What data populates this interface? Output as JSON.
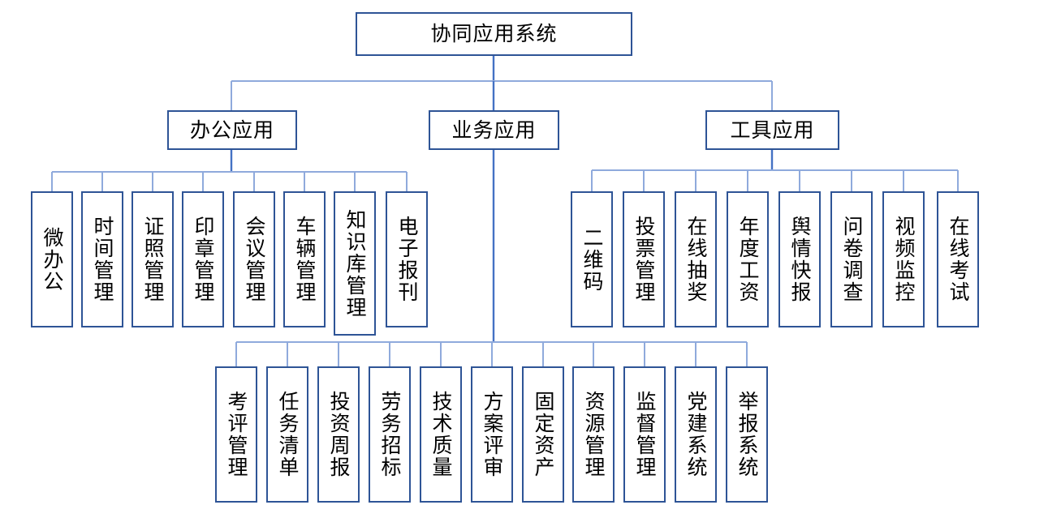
{
  "diagram": {
    "title": "协同应用系统",
    "type": "organization-tree",
    "colors": {
      "box_border": "#2e5496",
      "connector_line": "#5b86d0",
      "connector_line_light": "#8faadc",
      "background": "#ffffff",
      "text": "#000000"
    },
    "root": {
      "label": "协同应用系统"
    },
    "branches": [
      {
        "key": "office",
        "label": "办公应用",
        "children": [
          {
            "label": "微办公"
          },
          {
            "label": "时间管理"
          },
          {
            "label": "证照管理"
          },
          {
            "label": "印章管理"
          },
          {
            "label": "会议管理"
          },
          {
            "label": "车辆管理"
          },
          {
            "label": "知识库管理"
          },
          {
            "label": "电子报刊"
          }
        ]
      },
      {
        "key": "business",
        "label": "业务应用",
        "children": [
          {
            "label": "考评管理"
          },
          {
            "label": "任务清单"
          },
          {
            "label": "投资周报"
          },
          {
            "label": "劳务招标"
          },
          {
            "label": "技术质量"
          },
          {
            "label": "方案评审"
          },
          {
            "label": "固定资产"
          },
          {
            "label": "资源管理"
          },
          {
            "label": "监督管理"
          },
          {
            "label": "党建系统"
          },
          {
            "label": "举报系统"
          }
        ]
      },
      {
        "key": "tools",
        "label": "工具应用",
        "children": [
          {
            "label": "二维码"
          },
          {
            "label": "投票管理"
          },
          {
            "label": "在线抽奖"
          },
          {
            "label": "年度工资"
          },
          {
            "label": "舆情快报"
          },
          {
            "label": "问卷调查"
          },
          {
            "label": "视频监控"
          },
          {
            "label": "在线考试"
          }
        ]
      }
    ]
  }
}
